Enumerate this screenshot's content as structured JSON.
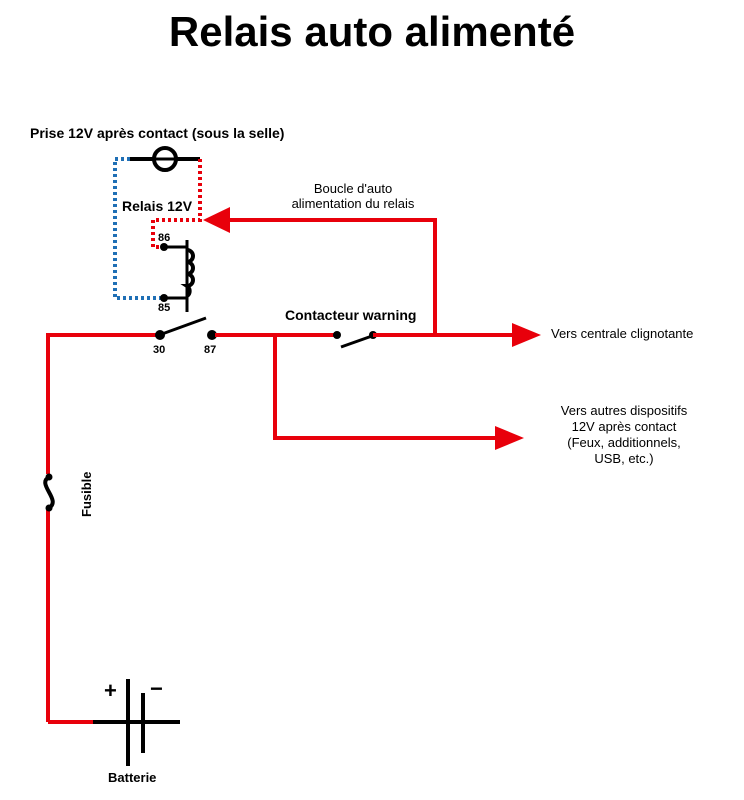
{
  "title": "Relais auto alimenté",
  "labels": {
    "socket": "Prise 12V après contact (sous la selle)",
    "relay": "Relais 12V",
    "pin86": "86",
    "pin85": "85",
    "pin30": "30",
    "pin87": "87",
    "loop_line1": "Boucle d'auto",
    "loop_line2": "alimentation du relais",
    "warning_switch": "Contacteur warning",
    "to_flasher": "Vers centrale clignotante",
    "other_line1": "Vers autres dispositifs",
    "other_line2": "12V après contact",
    "other_line3": "(Feux, additionnels,",
    "other_line4": "USB, etc.)",
    "fuse": "Fusible",
    "battery": "Batterie",
    "plus": "+",
    "minus": "−"
  },
  "colors": {
    "wire_power": "#e8000b",
    "wire_ground": "#1f6fb5",
    "component": "#000000"
  }
}
